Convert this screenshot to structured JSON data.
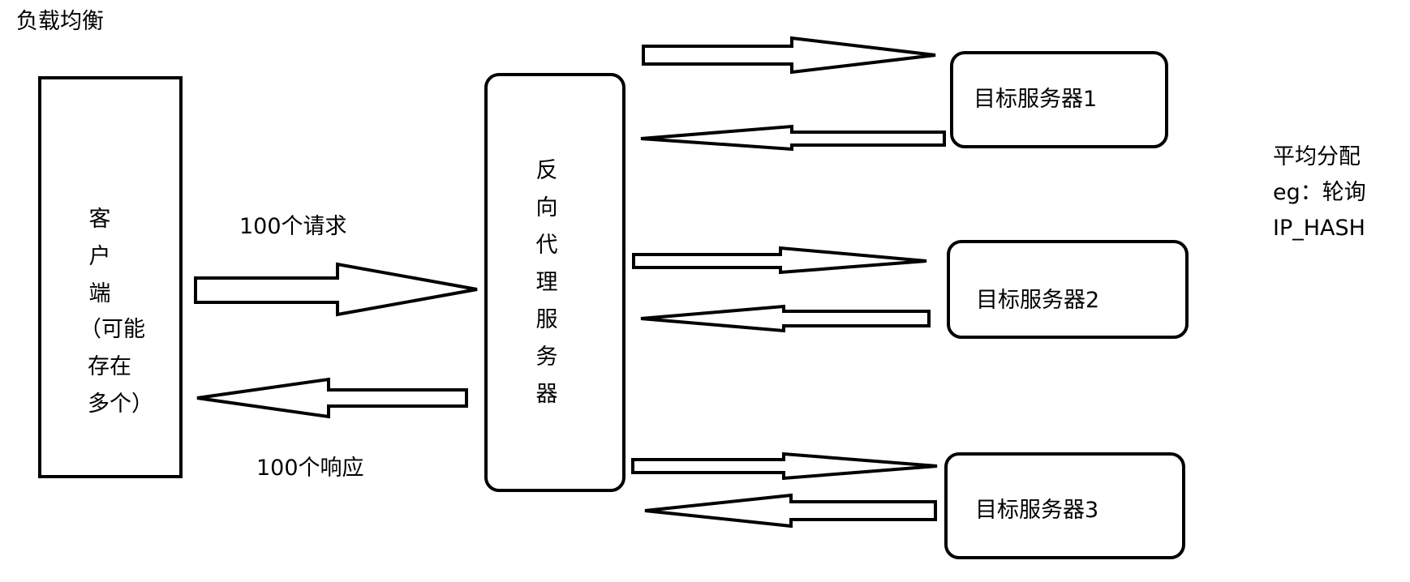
{
  "title": "负载均衡",
  "client": {
    "chars": [
      "客",
      "户",
      "端"
    ],
    "lines": [
      "（可能",
      "存在",
      "多个）"
    ]
  },
  "request_label": "100个请求",
  "response_label": "100个响应",
  "proxy": {
    "chars": [
      "反",
      "向",
      "代",
      "理",
      "服",
      "务",
      "器"
    ]
  },
  "servers": [
    {
      "label": "目标服务器1"
    },
    {
      "label": "目标服务器2"
    },
    {
      "label": "目标服务器3"
    }
  ],
  "note": {
    "lines": [
      "平均分配",
      "eg：轮询",
      "IP_HASH"
    ]
  }
}
